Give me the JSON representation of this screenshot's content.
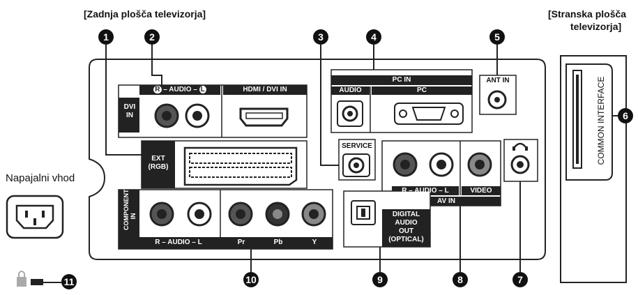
{
  "titles": {
    "rear": "[Zadnja plošča televizorja]",
    "side_line1": "[Stranska plošča",
    "side_line2": "televizorja]",
    "power": "Napajalni vhod"
  },
  "callouts": [
    "1",
    "2",
    "3",
    "4",
    "5",
    "6",
    "7",
    "8",
    "9",
    "10",
    "11"
  ],
  "ports": {
    "dvi_in_1": "DVI",
    "dvi_in_2": "IN",
    "audio_rl": "– AUDIO –",
    "hdmi": "HDMI / DVI IN",
    "ext_1": "EXT",
    "ext_2": "(RGB)",
    "pc_in": "PC IN",
    "audio": "AUDIO",
    "pc": "PC",
    "ant_in": "ANT IN",
    "service": "SERVICE",
    "component_1": "COMPONENT",
    "component_2": "IN",
    "comp_audio": "– AUDIO –",
    "pr": "Pr",
    "pb": "Pb",
    "y": "Y",
    "digital_1": "DIGITAL",
    "digital_2": "AUDIO",
    "digital_3": "OUT",
    "digital_4": "(OPTICAL)",
    "av_audio": "– AUDIO –",
    "video": "VIDEO",
    "av_in": "AV IN",
    "common_interface": "COMMON INTERFACE",
    "r": "R",
    "l": "L"
  }
}
